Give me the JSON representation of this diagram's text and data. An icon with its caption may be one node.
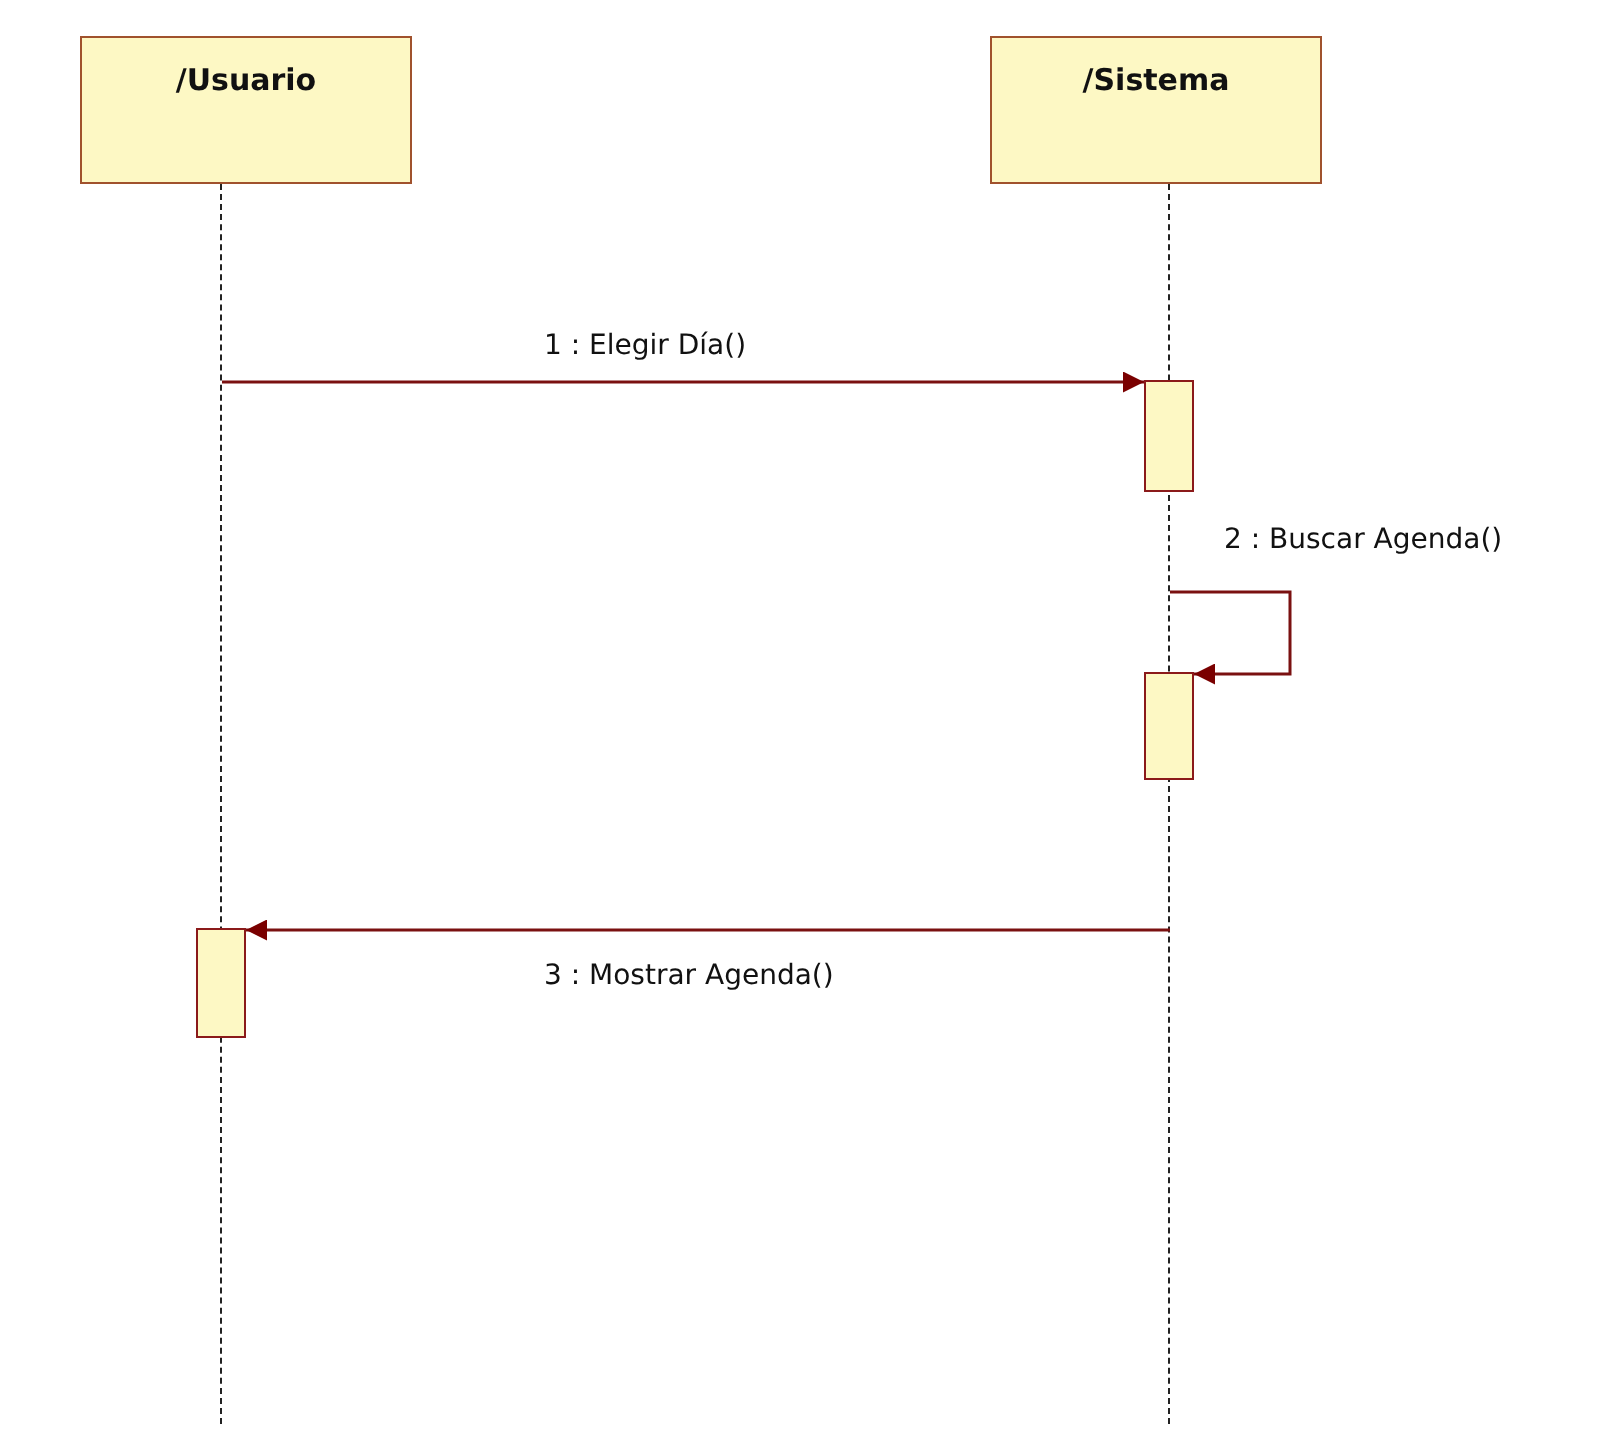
{
  "diagram": {
    "nodes": [
      {
        "text": [
          "/Usuario"
        ]
      },
      {
        "text": [
          "/Sistema"
        ]
      },
      {
        "text": [],
        "shape": "line"
      },
      {
        "text": [],
        "shape": "line"
      },
      {
        "text": [],
        "shape": "box"
      },
      {
        "text": [],
        "shape": "box"
      },
      {
        "text": [],
        "shape": "box"
      }
    ],
    "edges": [
      {
        "from": 2,
        "to": 4,
        "arrow": "to",
        "label": "1 : Elegir Día()"
      },
      {
        "from": 3,
        "to": 5,
        "arrow": "to",
        "label": "2 : Buscar Agenda()"
      },
      {
        "from": 3,
        "to": 6,
        "arrow": "to",
        "label": "3 : Mostrar Agenda()"
      }
    ]
  }
}
